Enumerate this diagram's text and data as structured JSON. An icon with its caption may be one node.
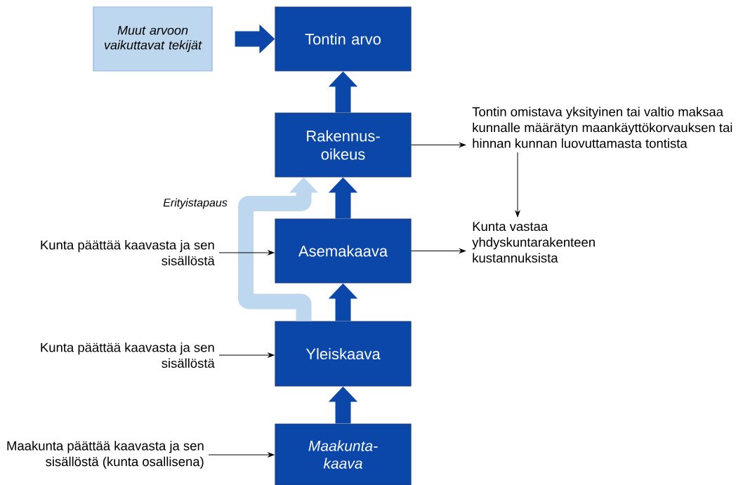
{
  "diagram": {
    "nodes": [
      {
        "text": [
          "Muut arvoon vaikuttavat tekijät"
        ]
      },
      {
        "text": [
          "Tontin arvo"
        ]
      },
      {
        "text": [
          "Rakennus- oikeus"
        ]
      },
      {
        "text": [
          "Asemakaava"
        ]
      },
      {
        "text": [
          "Yleiskaava"
        ]
      },
      {
        "text": [
          "Maakunta- kaava"
        ]
      },
      {
        "text": [
          "Tontin omistava yksityinen tai valtio maksaa kunnalle määrätyn maankäyttökorvauksen tai hinnan kunnan luovuttamasta tontista"
        ]
      },
      {
        "text": [
          "Kunta vastaa yhdyskuntarakenteen kustannuksista"
        ]
      },
      {
        "text": [
          "Kunta päättää kaavasta ja sen sisällöstä"
        ]
      },
      {
        "text": [
          "Kunta päättää kaavasta ja sen sisällöstä"
        ]
      },
      {
        "text": [
          "Maakunta päättää kaavasta ja sen sisällöstä (kunta osallisena)"
        ]
      }
    ],
    "edges": [
      {
        "from": 0,
        "to": 1,
        "arrow": "to",
        "style": "thick",
        "color": "#0b47a9"
      },
      {
        "from": 2,
        "to": 1,
        "arrow": "to",
        "style": "thick",
        "color": "#0b47a9"
      },
      {
        "from": 3,
        "to": 2,
        "arrow": "to",
        "style": "thick",
        "color": "#0b47a9"
      },
      {
        "from": 4,
        "to": 2,
        "arrow": "to",
        "style": "thick",
        "color": "#bdd7ee",
        "label": "Erityistapaus"
      },
      {
        "from": 4,
        "to": 3,
        "arrow": "to",
        "style": "thick",
        "color": "#0b47a9"
      },
      {
        "from": 5,
        "to": 4,
        "arrow": "to",
        "style": "thick",
        "color": "#0b47a9"
      },
      {
        "from": 2,
        "to": 6,
        "arrow": "to"
      },
      {
        "from": 6,
        "to": 7,
        "arrow": "to"
      },
      {
        "from": 3,
        "to": 7,
        "arrow": "to"
      },
      {
        "from": 8,
        "to": 3,
        "arrow": "to"
      },
      {
        "from": 9,
        "to": 4,
        "arrow": "to"
      },
      {
        "from": 10,
        "to": 5,
        "arrow": "to"
      }
    ]
  }
}
